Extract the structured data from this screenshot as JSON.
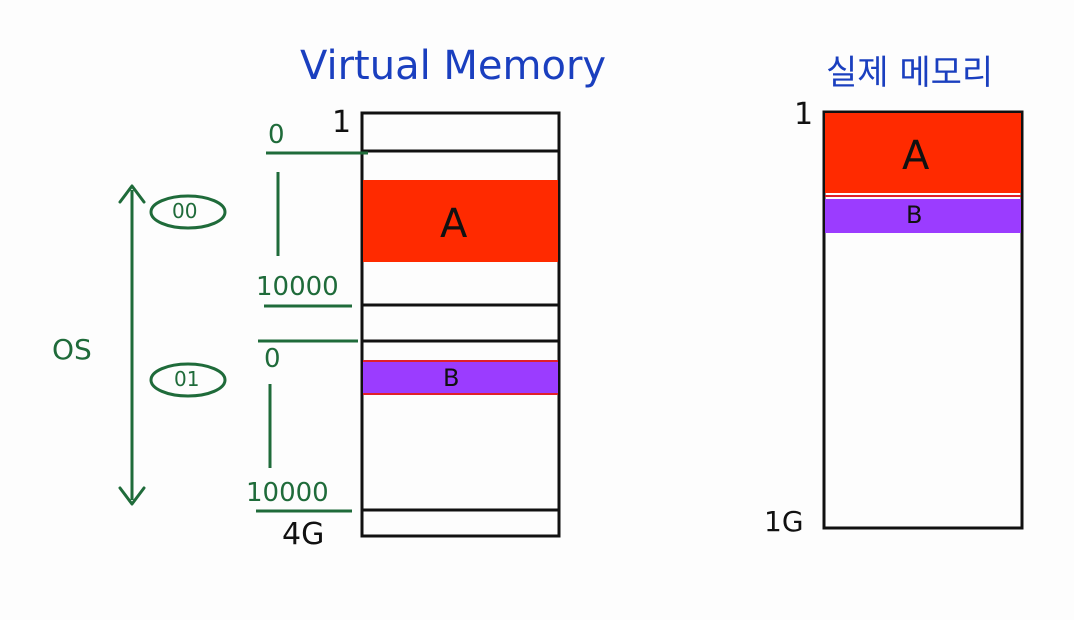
{
  "colors": {
    "title": "#1a3fbf",
    "green": "#1f6b3a",
    "ink": "#111111",
    "segment_a": "#ff2a00",
    "segment_b": "#9b3cff"
  },
  "virtual_memory": {
    "title": "Virtual Memory",
    "top_label": "1",
    "bottom_label": "4G",
    "segment_a_label": "A",
    "segment_b_label": "B"
  },
  "os_annotation": {
    "label": "OS",
    "page_00": {
      "id": "00",
      "start": "0",
      "end": "10000"
    },
    "page_01": {
      "id": "01",
      "start": "0",
      "end": "10000"
    }
  },
  "physical_memory": {
    "title": "실제 메모리",
    "top_label": "1",
    "bottom_label": "1G",
    "segment_a_label": "A",
    "segment_b_label": "B"
  }
}
